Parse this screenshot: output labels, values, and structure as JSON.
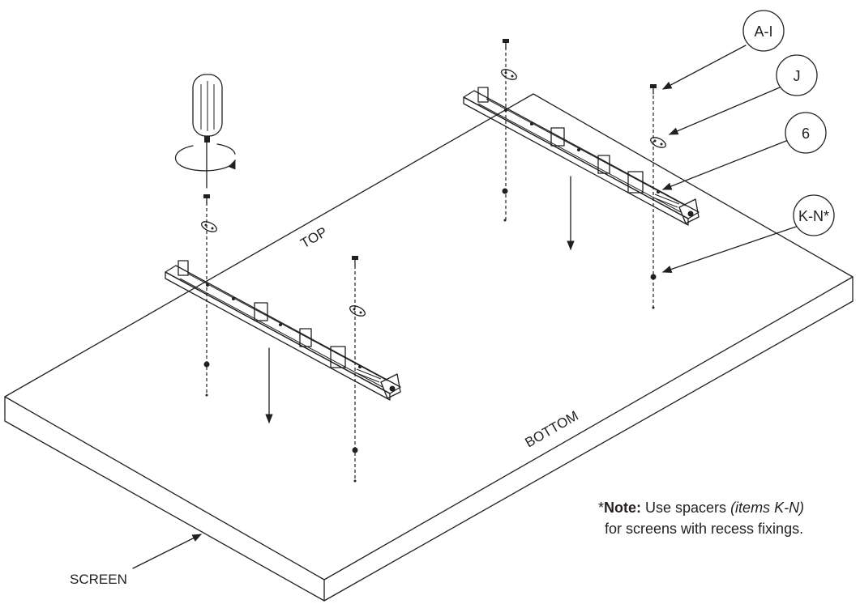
{
  "callouts": {
    "a_i": "A-I",
    "j": "J",
    "six": "6",
    "k_n": "K-N*"
  },
  "labels": {
    "top": "TOP",
    "bottom": "BOTTOM",
    "screen": "SCREEN"
  },
  "note": {
    "asterisk": "*",
    "bold": "Note:",
    "text1": " Use spacers ",
    "italic": "(items K-N)",
    "line2": "for screens with recess fixings."
  },
  "colors": {
    "ink": "#231f20",
    "background": "#ffffff"
  }
}
